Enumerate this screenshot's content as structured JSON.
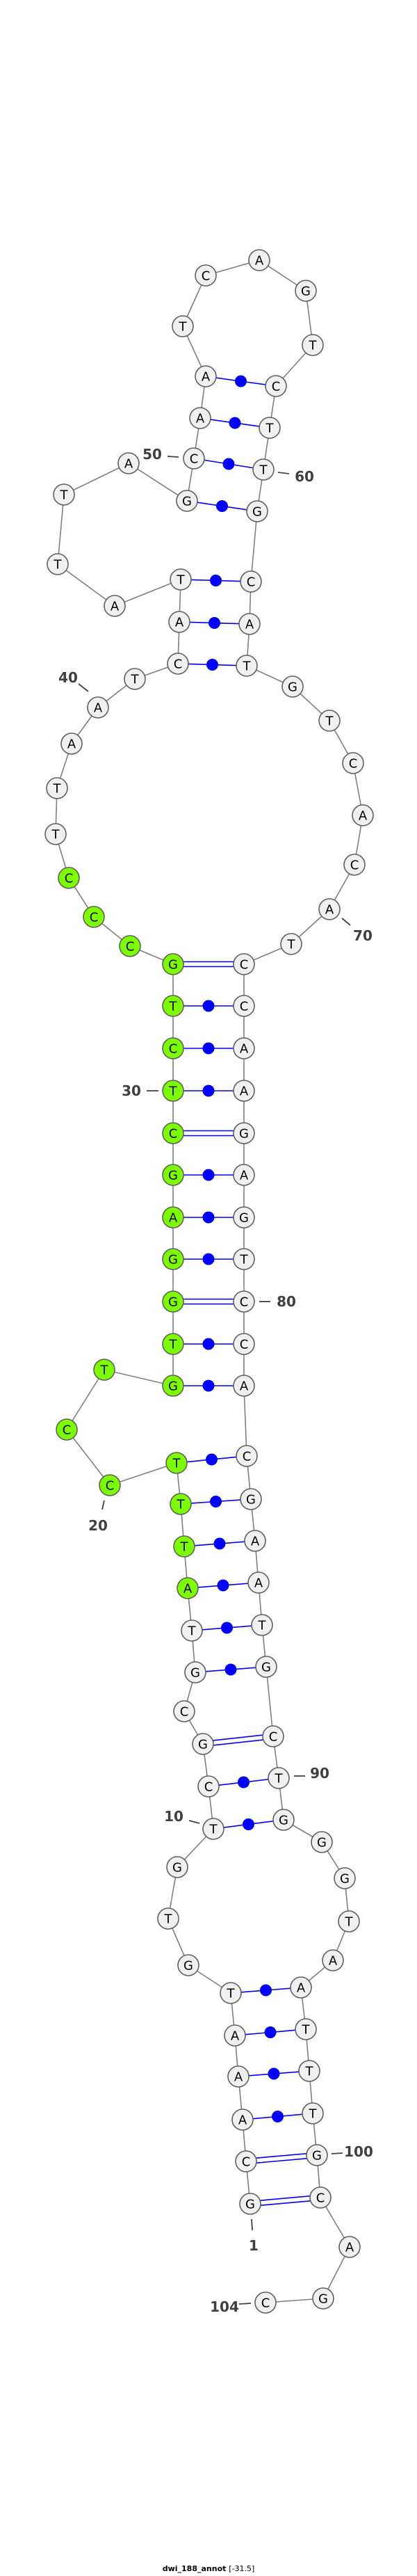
{
  "title": {
    "name": "dwi_188_annot",
    "energy": "[-31.5]"
  },
  "sequence": "GCAAATGTGTCGCGTATTTCCTGTGGAGCTCTGCCCTTAATCATATTAGCAATCAGTCTTGCATGTCACATCCAAGAGTCCACGAATGCTGGGTAATTTGCAGC",
  "pairs": [
    [
      1,
      101
    ],
    [
      2,
      100
    ],
    [
      3,
      99
    ],
    [
      4,
      98
    ],
    [
      5,
      97
    ],
    [
      6,
      96
    ],
    [
      10,
      91
    ],
    [
      11,
      90
    ],
    [
      12,
      89
    ],
    [
      14,
      88
    ],
    [
      15,
      87
    ],
    [
      16,
      86
    ],
    [
      17,
      85
    ],
    [
      18,
      84
    ],
    [
      19,
      83
    ],
    [
      23,
      82
    ],
    [
      24,
      81
    ],
    [
      25,
      80
    ],
    [
      26,
      79
    ],
    [
      27,
      78
    ],
    [
      28,
      77
    ],
    [
      29,
      76
    ],
    [
      30,
      75
    ],
    [
      31,
      74
    ],
    [
      32,
      73
    ],
    [
      33,
      72
    ],
    [
      42,
      64
    ],
    [
      43,
      63
    ],
    [
      44,
      62
    ],
    [
      49,
      61
    ],
    [
      50,
      60
    ],
    [
      51,
      59
    ],
    [
      52,
      58
    ]
  ],
  "highlight": {
    "range": [
      16,
      36
    ],
    "color": "#7cfc00"
  },
  "colors": {
    "node_fill": "#f0f0f0",
    "backbone": "#808080",
    "pair": "#0000ff"
  },
  "position_labels": [
    "1",
    "10",
    "20",
    "30",
    "40",
    "50",
    "60",
    "70",
    "80",
    "90",
    "100",
    "104"
  ]
}
